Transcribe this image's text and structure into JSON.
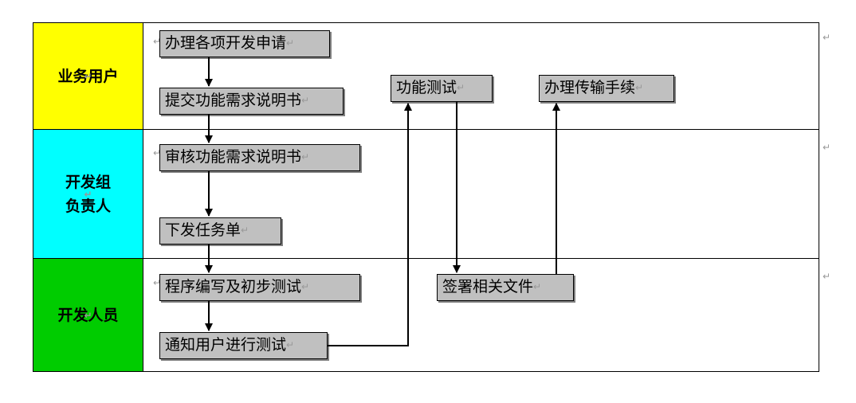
{
  "lanes": [
    {
      "label": "业务用户",
      "color": "#ffff00"
    },
    {
      "label": "开发组\n负责人",
      "color": "#00ffff"
    },
    {
      "label": "开发人员",
      "color": "#00cc00"
    }
  ],
  "boxes": {
    "b1": "办理各项开发申请",
    "b2": "提交功能需求说明书",
    "b3": "审核功能需求说明书",
    "b4": "下发任务单",
    "b5": "程序编写及初步测试",
    "b6": "通知用户进行测试",
    "b7": "功能测试",
    "b8": "签署相关文件",
    "b9": "办理传输手续"
  },
  "mark": "↵"
}
